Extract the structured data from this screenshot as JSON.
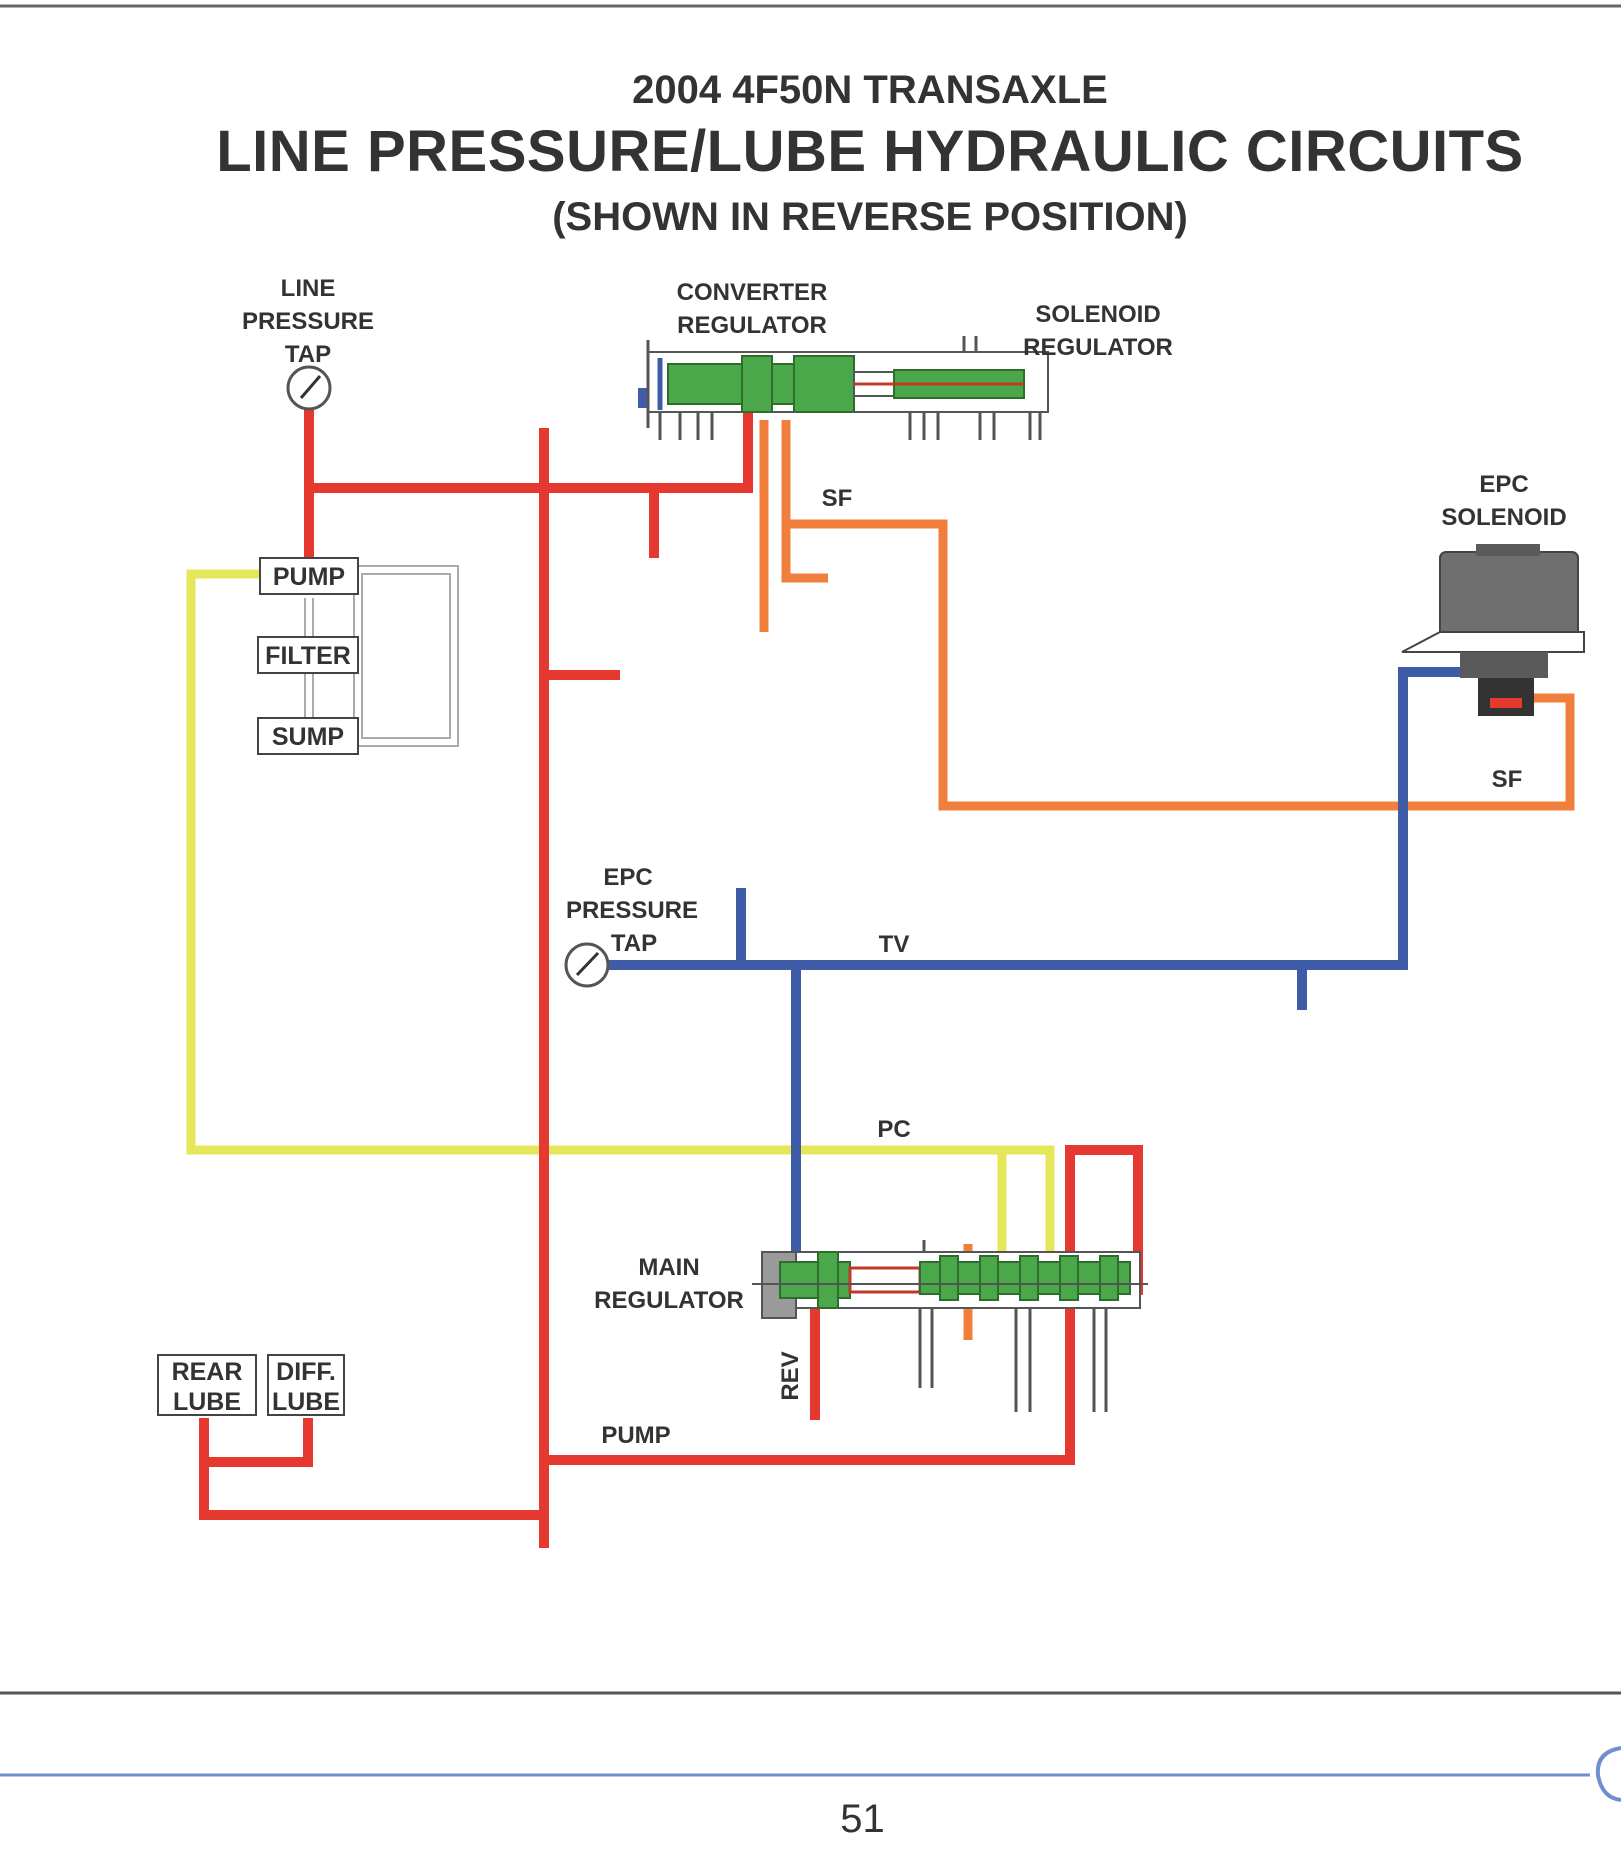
{
  "title": {
    "year": "2004 4F50N TRANSAXLE",
    "main": "LINE PRESSURE/LUBE HYDRAULIC CIRCUITS",
    "sub": "(SHOWN IN REVERSE POSITION)"
  },
  "labels": {
    "line_pressure_tap": [
      "LINE",
      "PRESSURE",
      "TAP"
    ],
    "converter_regulator": [
      "CONVERTER",
      "REGULATOR"
    ],
    "solenoid_regulator": [
      "SOLENOID",
      "REGULATOR"
    ],
    "epc_solenoid": [
      "EPC",
      "SOLENOID"
    ],
    "epc_pressure_tap": [
      "EPC",
      "PRESSURE",
      "TAP"
    ],
    "main_regulator": [
      "MAIN",
      "REGULATOR"
    ],
    "sf_top": "SF",
    "sf_right": "SF",
    "tv": "TV",
    "pc": "PC",
    "rev": "REV",
    "pump_line": "PUMP"
  },
  "boxes": {
    "pump": "PUMP",
    "filter": "FILTER",
    "sump": "SUMP",
    "rear_lube": [
      "REAR",
      "LUBE"
    ],
    "diff_lube": [
      "DIFF.",
      "LUBE"
    ]
  },
  "colors": {
    "line_pressure": "#e5392f",
    "suction": "#e6e65a",
    "solenoid_feed": "#f07f3c",
    "tv": "#3f5ca8",
    "valve": "#4aa84a",
    "epc_body": "#707070"
  },
  "page_number": "51"
}
